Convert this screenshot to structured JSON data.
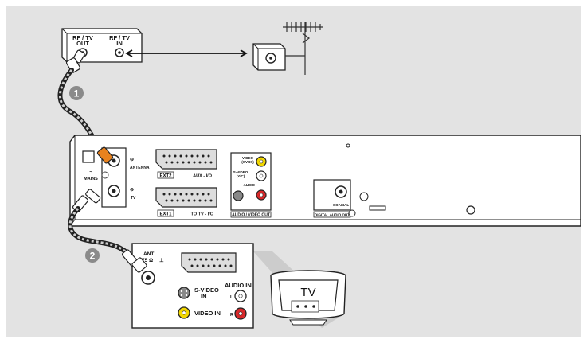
{
  "splitter": {
    "out_label_1": "RF / TV",
    "out_label_2": "OUT",
    "in_label_1": "RF / TV",
    "in_label_2": "IN"
  },
  "steps": [
    "1",
    "2"
  ],
  "recorder": {
    "mains": "MAINS",
    "antenna": "ANTENNA",
    "tv": "TV",
    "ext2_tag": "EXT2",
    "ext2_desc": "AUX - I/O",
    "ext1_tag": "EXT1",
    "ext1_desc": "TO TV - I/O",
    "video": "VIDEO",
    "cvbs": "(CVBS)",
    "svideo": "S-VIDEO",
    "yc": "(Y/C)",
    "audio": "AUDIO",
    "av_out": "AUDIO / VIDEO OUT",
    "coaxial": "COAXIAL",
    "digital_audio_out": "DIGITAL AUDIO OUT"
  },
  "tv_panel": {
    "ant": "ANT",
    "ohm": "75 Ω",
    "svideo_in_1": "S-VIDEO",
    "svideo_in_2": "IN",
    "audio_in": "AUDIO IN",
    "l": "L",
    "r": "R",
    "video_in": "VIDEO IN"
  },
  "tv_set": {
    "label": "TV"
  },
  "colors": {
    "background": "#e3e3e3",
    "yellow": "#f2d700",
    "red": "#d8282a",
    "orange": "#e8821e",
    "badge": "#8a8a8a"
  }
}
